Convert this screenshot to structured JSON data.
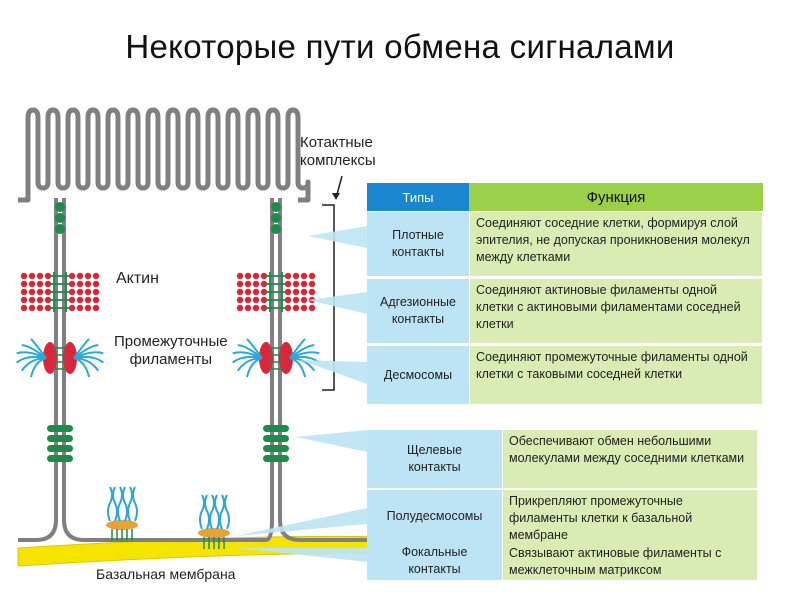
{
  "title": "Некоторые пути обмена  сигналами",
  "labels": {
    "contact_complexes": "Котактные\nкомплексы",
    "actin": "Актин",
    "intermediate_filaments": "Промежуточные\nфиламенты",
    "basal_membrane": "Базальная мембрана"
  },
  "table_top": {
    "header_types": "Типы",
    "header_function": "Функция",
    "rows": [
      {
        "type": "Плотные\nконтакты",
        "function": "Соединяют соседние клетки, формируя слой эпителия, не допуская проникновения молекул между клетками"
      },
      {
        "type": "Адгезионные\nконтакты",
        "function": "Соединяют актиновые филаменты одной клетки с актиновыми  филаментами соседней клетки"
      },
      {
        "type": "Десмосомы",
        "function": "Соединяют промежуточные филаменты одной клетки с таковыми соседней клетки"
      }
    ]
  },
  "table_bottom": {
    "rows": [
      {
        "type": "Щелевые\nконтакты",
        "function": "Обеспечивают обмен небольшими молекулами между соседними клетками"
      },
      {
        "type": "Полудесмосомы",
        "function": "Прикрепляют промежуточные филаменты клетки к базальной мембране"
      },
      {
        "type": "Фокальные\nконтакты",
        "function": "Связывают актиновые филаменты с межклеточным матриксом"
      }
    ]
  },
  "colors": {
    "membrane": "#808080",
    "tight_junction": "#1f8a4c",
    "actin": "#d8263a",
    "filament": "#2fa6d8",
    "plaque": "#e5a33a",
    "basal": "#f5e400",
    "type_cell": "#bde4f4",
    "function_cell": "#d9ecb4",
    "header_blue": "#1a86d0",
    "header_green": "#9bd04a"
  }
}
